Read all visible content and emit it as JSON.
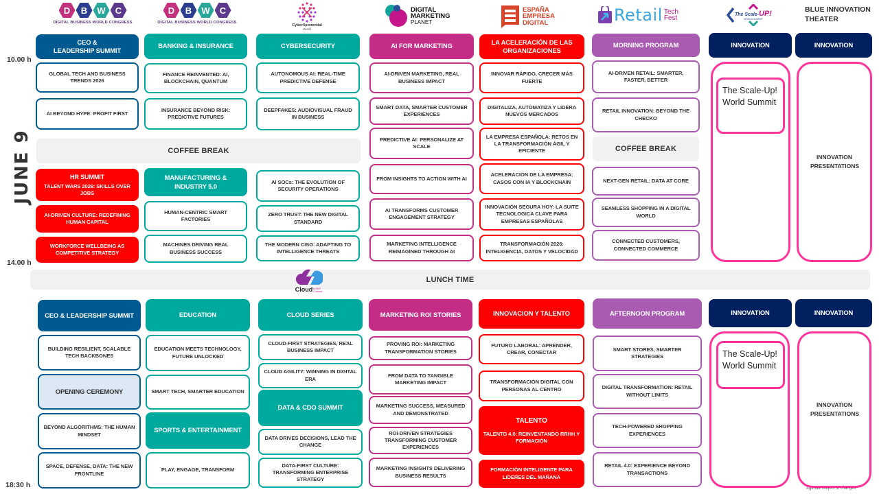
{
  "date_label": "JUNE 9",
  "times": {
    "start": "10.00 h",
    "lunch": "14.00 h",
    "end": "18:30 h"
  },
  "theater_label": "BLUE INNOVATION THEATER",
  "footnote": "Agenda subject to changes",
  "colors": {
    "navy_blue": "#005a92",
    "teal": "#00a99d",
    "magenta": "#c42d85",
    "red": "#ff0000",
    "purple": "#a95ab1",
    "dark_navy": "#002060",
    "pink": "#ff3399",
    "grey_band": "#f1f1f1",
    "light_blue_fill": "#dce9f5"
  },
  "logos": {
    "dbwc_1": {
      "letters": [
        "D",
        "B",
        "W",
        "C"
      ],
      "caption": "DIGITAL BUSINESS WORLD CONGRESS"
    },
    "dbwc_2": {
      "letters": [
        "D",
        "B",
        "W",
        "C"
      ],
      "caption": "DIGITAL BUSINESS WORLD CONGRESS"
    },
    "cyber": {
      "name": "CyberXponential",
      "sub": "World"
    },
    "dmp": {
      "line1": "DIGITAL",
      "line2": "MARKETING",
      "line3": "PLANET"
    },
    "espana": {
      "line1": "ESPAÑA",
      "line2": "EMPRESA",
      "line3": "DIGITAL"
    },
    "retail": {
      "main": "Retail",
      "tech": "Tech",
      "fest": "Fest"
    },
    "scaleup": {
      "main": "The Scale-",
      "up": "UP!",
      "sub": "WORLD SUMMIT"
    },
    "cloud": {
      "main": "Cloud",
      "sub": "to SKY Connect"
    }
  },
  "breaks": {
    "coffee_left": "COFFEE BREAK",
    "coffee_right": "COFFEE BREAK",
    "lunch": "LUNCH TIME"
  },
  "morning": {
    "col1": {
      "header": [
        "CEO &",
        "LEADERSHIP SUMMIT"
      ],
      "sessions": [
        "GLOBAL TECH AND BUSINESS TRENDS 2026",
        "AI BEYOND HYPE: PROFIT FIRST"
      ],
      "block2_header": "HR SUMMIT",
      "block2_sub": "TALENT WARS 2026: SKILLS OVER JOBS",
      "block2_sessions": [
        "AI-DRIVEN CULTURE: REDEFINING HUMAN CAPITAL",
        "WORKFORCE WELLBEING AS COMPETITIVE STRATEGY"
      ]
    },
    "col2": {
      "header": "BANKING & INSURANCE",
      "sessions": [
        "FINANCE REINVENTED: AI, BLOCKCHAIN, QUANTUM",
        "INSURANCE BEYOND RISK: PREDICTIVE FUTURES"
      ],
      "block2_header": "MANUFACTURING & INDUSTRY 5.0",
      "block2_sessions": [
        "HUMAN-CENTRIC SMART FACTORIES",
        "MACHINES DRIVING REAL BUSINESS SUCCESS"
      ]
    },
    "col3": {
      "header": "CYBERSECURITY",
      "sessions": [
        "AUTONOMOUS AI: REAL-TIME PREDICTIVE DEFENSE",
        "DEEPFAKES: AUDIOVISUAL FRAUD IN BUSINESS",
        "AI SOCs: THE EVOLUTION OF SECURITY OPERATIONS",
        "ZERO TRUST: THE NEW DIGITAL STANDARD",
        "THE MODERN CISO: ADAPTING TO INTELLIGENCE THREATS"
      ]
    },
    "col4": {
      "header": "AI FOR MARKETING",
      "sessions": [
        "AI-DRIVEN MARKETING, REAL BUSINESS IMPACT",
        "SMART DATA, SMARTER CUSTOMER EXPERIENCES",
        "PREDICTIVE AI: PERSONALIZE AT SCALE",
        "FROM INSIGHTS TO ACTION WITH AI",
        "AI TRANSFORMS CUSTOMER ENGAGEMENT STRATEGY",
        "MARKETING INTELLIGENCE REIMAGINED THROUGH AI"
      ]
    },
    "col5": {
      "header": "LA ACELERACIÓN DE LAS ORGANIZACIONES",
      "sessions": [
        "INNOVAR RÁPIDO, CRECER MÁS FUERTE",
        "DIGITALIZA, AUTOMATIZA Y LIDERA NUEVOS MERCADOS",
        "LA EMPRESA ESPAÑOLA: RETOS EN LA TRANSFORMACIÓN ÁGIL Y EFICIENTE",
        "ACELERACION DE LA EMPRESA: CASOS CON IA Y BLOCKCHAIN",
        "INNOVACIÓN SEGURA HOY: LA SUITE TECNOLOGICA CLAVE PARA EMPRESAS ESPAÑOLAS",
        "TRANSFORMACIÓN 2026: INTELIGENCIA, DATOS Y VELOCIDAD"
      ]
    },
    "col6": {
      "header": "MORNING PROGRAM",
      "sessions": [
        "AI-DRIVEN RETAIL: SMARTER, FASTER, BETTER",
        "RETAIL INNOVATION: BEYOND THE CHECKO",
        "NEXT-GEN RETAIL: DATA AT CORE",
        "SEAMLESS SHOPPING IN A DIGITAL WORLD",
        "CONNECTED CUSTOMERS, CONNECTED COMMERCE"
      ]
    },
    "col7": {
      "header": "INNOVATION",
      "inner": "The Scale-Up! World Summit"
    },
    "col8": {
      "header": "INNOVATION",
      "body": "INNOVATION PRESENTATIONS"
    }
  },
  "afternoon": {
    "col1": {
      "header": "CEO & LEADERSHIP SUMMIT",
      "sessions": [
        "BUILDING RESILIENT, SCALABLE TECH BACKBONES",
        "OPENING CEREMONY",
        "BEYOND ALGORITHMS: THE HUMAN MINDSET",
        "SPACE, DEFENSE, DATA: THE NEW FRONTLINE"
      ]
    },
    "col2": {
      "header": "EDUCATION",
      "sessions": [
        "EDUCATION MEETS TECHNOLOGY, FUTURE UNLOCKED",
        "SMART TECH, SMARTER EDUCATION"
      ],
      "block2_header": "SPORTS & ENTERTAINMENT",
      "block2_sessions": [
        "PLAY, ENGAGE, TRANSFORM"
      ]
    },
    "col3": {
      "header": "CLOUD SERIES",
      "sessions": [
        "CLOUD-FIRST STRATEGIES, REAL BUSINESS IMPACT",
        "CLOUD AGILITY: WINNING IN DIGITAL ERA"
      ],
      "block2_header": "DATA & CDO SUMMIT",
      "block2_sessions": [
        "DATA DRIVES DECISIONS, LEAD THE CHANGE",
        "DATA-FIRST CULTURE: TRANSFORMING ENTERPRISE STRATEGY"
      ]
    },
    "col4": {
      "header": "MARKETING ROI STORIES",
      "sessions": [
        "PROVING ROI: MARKETING TRANSFORMATION STORIES",
        "FROM DATA TO TANGIBLE MARKETING IMPACT",
        "MARKETING SUCCESS, MEASURED AND DEMONSTRATED",
        "ROI-DRIVEN STRATEGIES TRANSFORMING CUSTOMER EXPERIENCES",
        "MARKETING INSIGHTS DELIVERING BUSINESS RESULTS"
      ]
    },
    "col5": {
      "header": "INNOVACION Y TALENTO",
      "sessions": [
        "FUTURO LABORAL: APRENDER, CREAR, CONECTAR",
        "TRANSFORMACIÓN DIGITAL CON PERSONAS AL CENTRO"
      ],
      "block2_header": "TALENTO",
      "block2_sub": "TALENTO 4.0: REINVENTANDO RRHH Y FORMACIÓN",
      "block2_sessions": [
        "FORMACIÓN INTELIGENTE PARA LIDERES DEL MAÑANA"
      ]
    },
    "col6": {
      "header": "AFTERNOON PROGRAM",
      "sessions": [
        "SMART STORES, SMARTER STRATEGIES",
        "DIGITAL TRANSFORMATION: RETAIL WITHOUT LIMITS",
        "TECH-POWERED SHOPPING EXPERIENCES",
        "RETAIL 4.0: EXPERIENCE BEYOND TRANSACTIONS"
      ]
    },
    "col7": {
      "header": "INNOVATION",
      "inner": "The Scale-Up! World Summit"
    },
    "col8": {
      "header": "INNOVATION",
      "body": "INNOVATION PRESENTATIONS"
    }
  }
}
